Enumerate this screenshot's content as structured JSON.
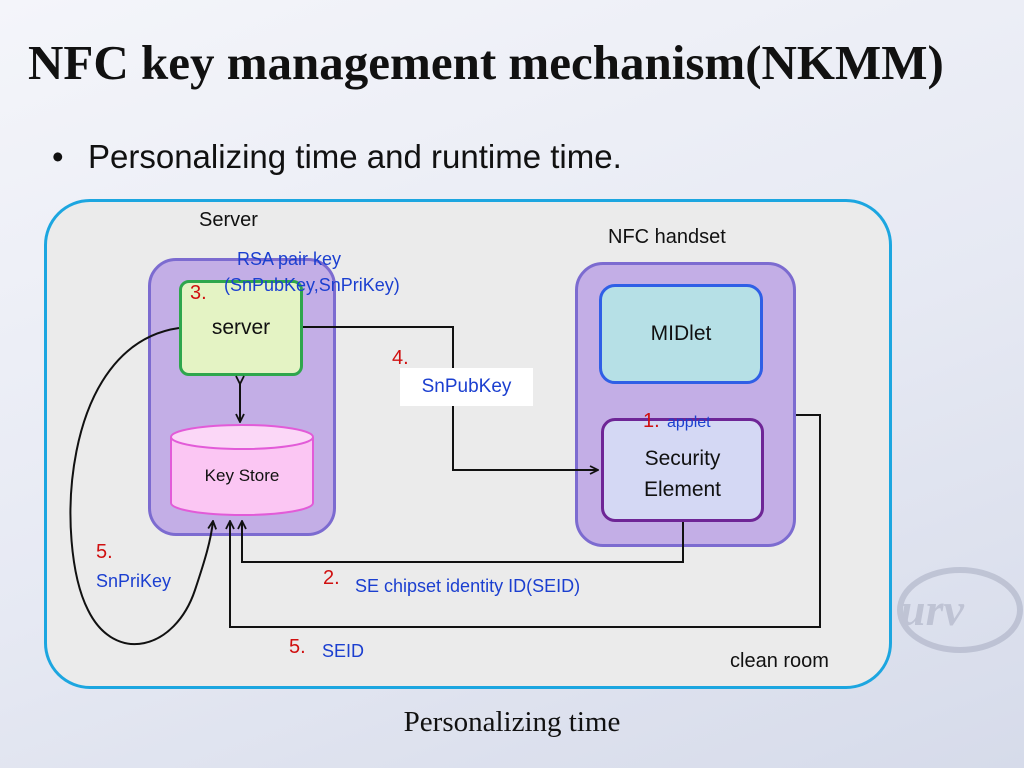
{
  "slide": {
    "title": "NFC key management mechanism(NKMM)",
    "bullet": "Personalizing time and runtime time.",
    "caption": "Personalizing time"
  },
  "diagram": {
    "server_area_label": "Server",
    "nfc_area_label": "NFC handset",
    "clean_room_label": "clean room",
    "server_box_label": "server",
    "key_store_label": "Key Store",
    "midlet_label": "MIDlet",
    "se_label_line1": "Security",
    "se_label_line2": "Element",
    "rsa_line1": "RSA pair key",
    "rsa_line2": "(SnPubKey,SnPriKey)",
    "step3": "3.",
    "step4": "4.",
    "step4_text": "SnPubKey",
    "step1": "1.",
    "step1_text": "applet",
    "step5a": "5.",
    "step5a_text": "SnPriKey",
    "step2": "2.",
    "step2_text": "SE chipset identity ID(SEID)",
    "step5b": "5.",
    "step5b_text": "SEID"
  },
  "colors": {
    "clean_room_border": "#1ca6e0",
    "group_fill": "#c3aee6",
    "server_fill": "#e4f3c4",
    "key_store_fill": "#fbc6f3",
    "midlet_fill": "#b6e0e6",
    "se_fill": "#d4d8f4",
    "step_number": "#d01010",
    "step_text": "#1b3fd0"
  }
}
